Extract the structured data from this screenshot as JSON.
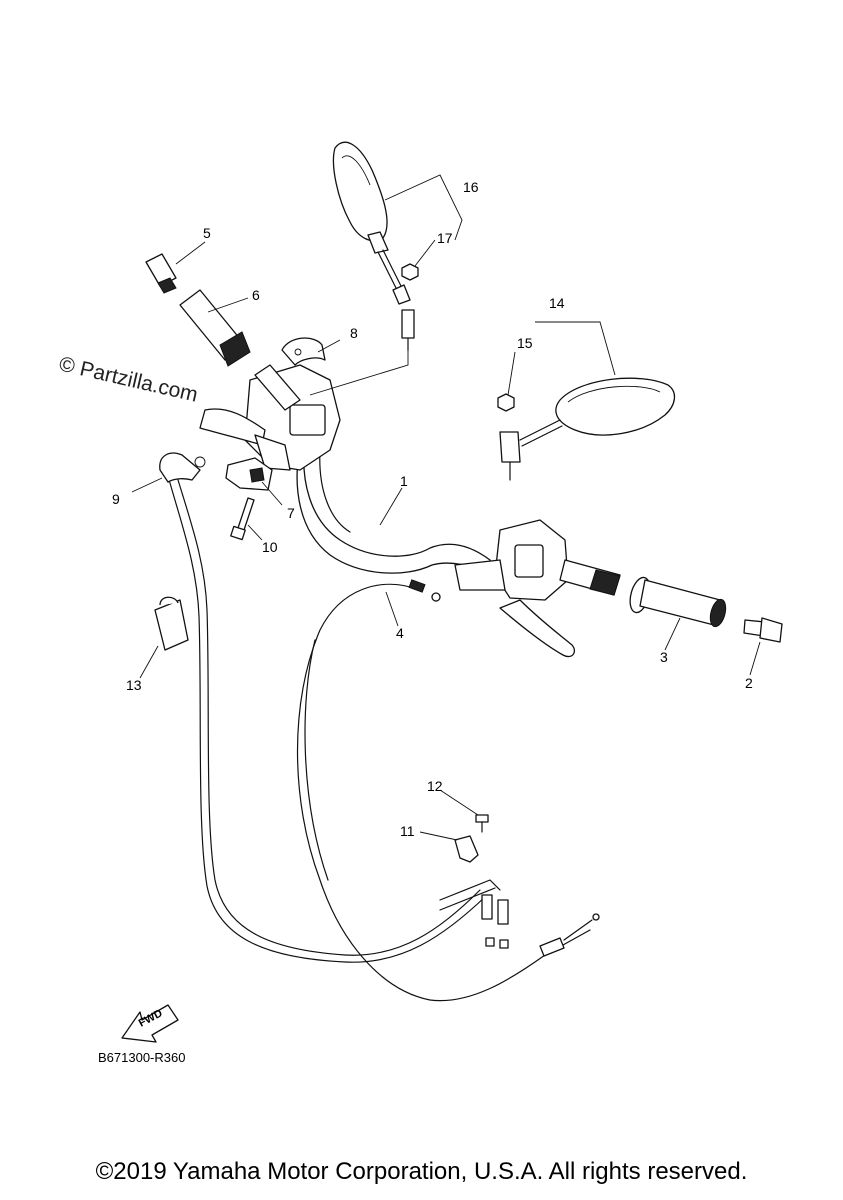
{
  "watermark": "© Partzilla.com",
  "diagram_code": "B671300-R360",
  "fwd_label": "FWD",
  "copyright": "©2019 Yamaha Motor Corporation, U.S.A. All rights reserved.",
  "callouts": [
    "1",
    "2",
    "3",
    "4",
    "5",
    "6",
    "7",
    "8",
    "9",
    "10",
    "11",
    "12",
    "13",
    "14",
    "15",
    "16",
    "17"
  ]
}
